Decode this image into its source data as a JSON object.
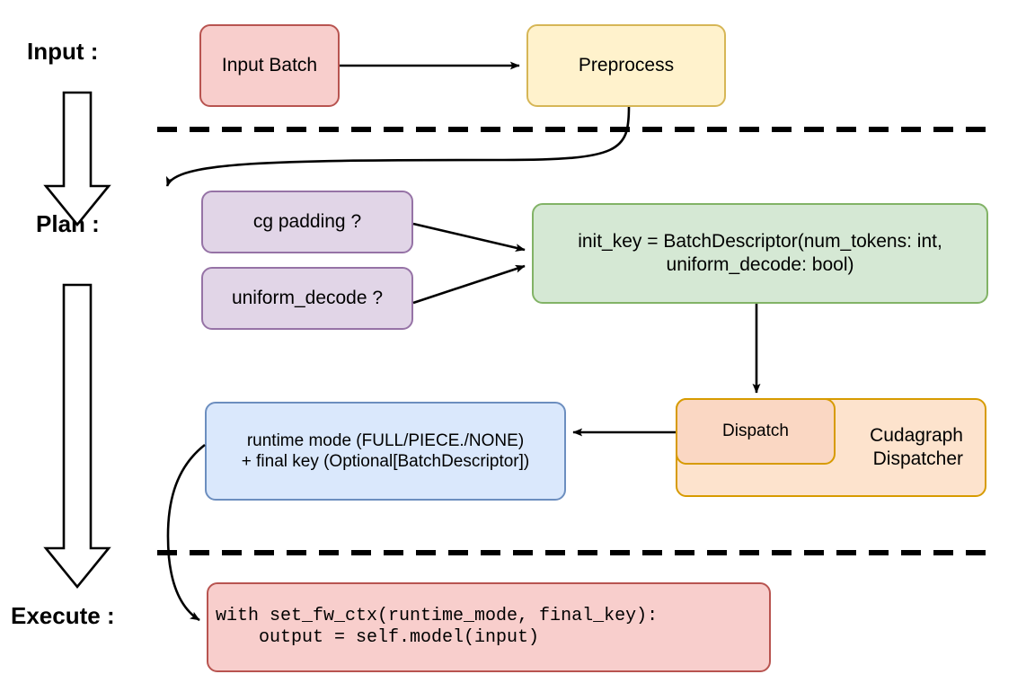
{
  "diagram": {
    "title_lanes": [
      {
        "key": "input",
        "label": "Input :"
      },
      {
        "key": "plan",
        "label": "Plan :"
      },
      {
        "key": "execute",
        "label": "Execute :"
      }
    ],
    "nodes": {
      "input_batch": {
        "label": "Input Batch",
        "fill": "#f8cecc",
        "stroke": "#b85450"
      },
      "preprocess": {
        "label": "Preprocess",
        "fill": "#fff2cc",
        "stroke": "#d6b656"
      },
      "cg_padding": {
        "label": "cg padding ?",
        "fill": "#e1d5e7",
        "stroke": "#9673a6"
      },
      "uniform_decode": {
        "label": "uniform_decode ?",
        "fill": "#e1d5e7",
        "stroke": "#9673a6"
      },
      "init_key": {
        "line1": "init_key = BatchDescriptor(num_tokens: int,",
        "line2": "uniform_decode: bool)",
        "fill": "#d5e8d4",
        "stroke": "#82b366"
      },
      "runtime_mode": {
        "line1": "runtime mode (FULL/PIECE./NONE)",
        "line2": "+ final key (Optional[BatchDescriptor])",
        "fill": "#dae8fc",
        "stroke": "#6c8ebf"
      },
      "dispatch": {
        "label": "Dispatch",
        "fill": "#fad7c3",
        "stroke": "#d79b00"
      },
      "cudagraph_dispatcher": {
        "line1": "Cudagraph",
        "line2": "Dispatcher",
        "fill": "#fde3cd",
        "stroke": "#d79b00"
      },
      "execute_code": {
        "line1": "with set_fw_ctx(runtime_mode, final_key):",
        "line2": "    output = self.model(input)",
        "fill": "#f8cecc",
        "stroke": "#b85450"
      }
    },
    "separators": [
      {
        "key": "input-plan-divider",
        "style": "dashed"
      },
      {
        "key": "plan-execute-divider",
        "style": "dashed"
      }
    ],
    "flow_arrows": [
      {
        "key": "input-batch-to-preprocess",
        "style": "straight"
      },
      {
        "key": "preprocess-to-cg-padding",
        "style": "curved"
      },
      {
        "key": "cg-padding-to-init-key",
        "style": "straight"
      },
      {
        "key": "uniform-decode-to-init-key",
        "style": "straight"
      },
      {
        "key": "init-key-to-dispatch",
        "style": "straight"
      },
      {
        "key": "dispatch-to-runtime-mode",
        "style": "straight"
      },
      {
        "key": "runtime-mode-to-execute-code",
        "style": "curved"
      }
    ],
    "stage_arrows": [
      {
        "key": "input-to-plan-block-arrow"
      },
      {
        "key": "plan-to-execute-block-arrow"
      }
    ]
  }
}
